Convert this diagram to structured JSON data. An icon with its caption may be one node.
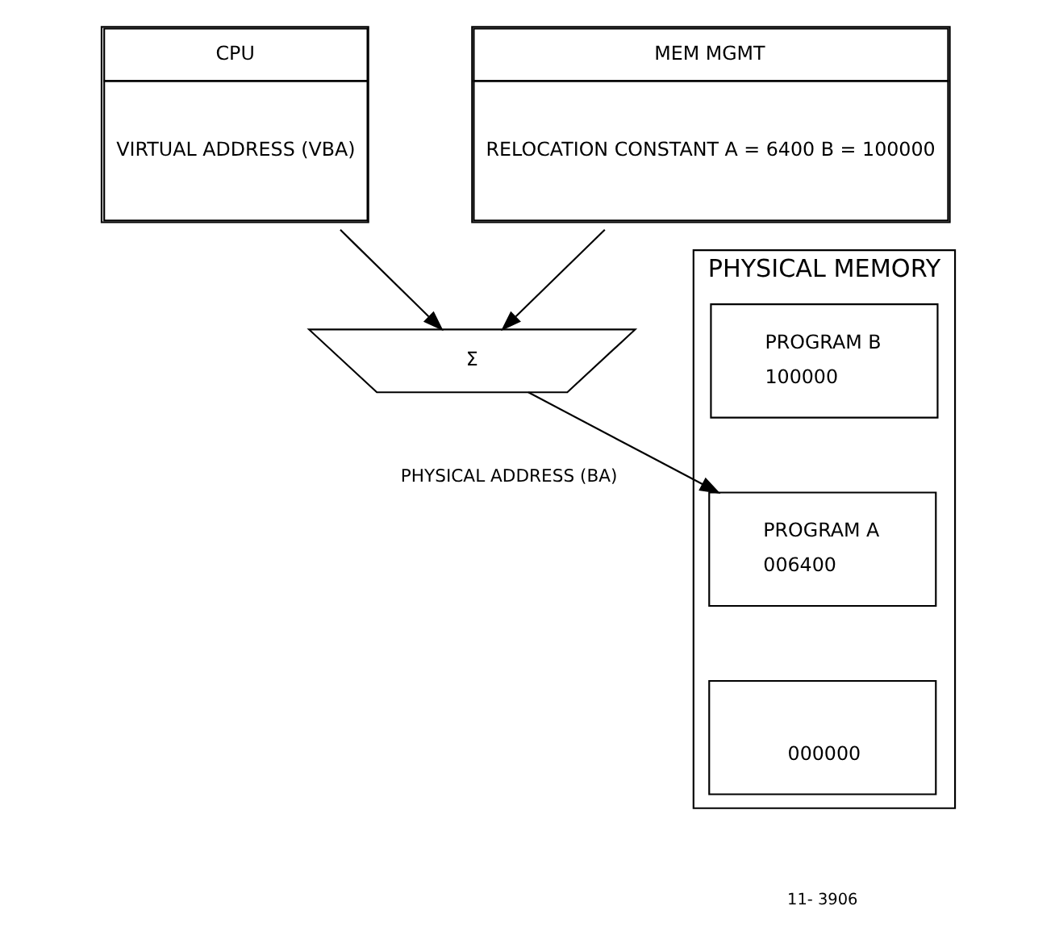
{
  "diagram": {
    "nodes": [
      {
        "text": [
          "CPU",
          "VIRTUAL ADDRESS (VBA)"
        ]
      },
      {
        "text": [
          "MEM MGMT",
          "RELOCATION CONSTANT A = 6400 B = 100000"
        ]
      },
      {
        "text": [
          "Σ"
        ]
      },
      {
        "text": [
          "PHYSICAL MEMORY"
        ]
      },
      {
        "text": [
          "PROGRAM B",
          "100000"
        ],
        "in": 3
      },
      {
        "text": [
          "PROGRAM A",
          "006400"
        ],
        "in": 3
      },
      {
        "text": [
          "000000"
        ],
        "in": 3
      }
    ],
    "edges": [
      {
        "from": 0,
        "to": 2,
        "arrow": "to"
      },
      {
        "from": 1,
        "to": 2,
        "arrow": "to"
      },
      {
        "from": 2,
        "to": 5,
        "arrow": "to",
        "label": "PHYSICAL ADDRESS (BA)"
      }
    ],
    "labels": [
      "11- 3906"
    ]
  }
}
